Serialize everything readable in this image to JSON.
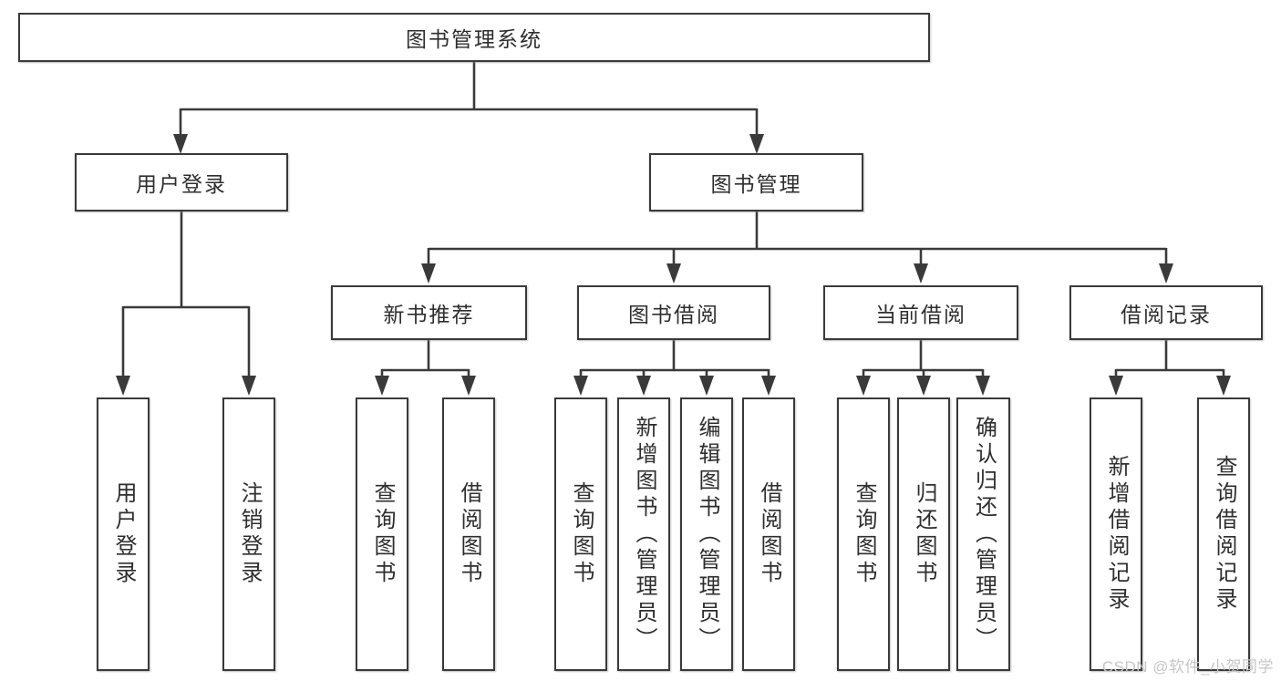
{
  "tree": {
    "label": "图书管理系统",
    "children": [
      {
        "label": "用户登录",
        "children": [
          {
            "label": "用户登录"
          },
          {
            "label": "注销登录"
          }
        ]
      },
      {
        "label": "图书管理",
        "children": [
          {
            "label": "新书推荐",
            "children": [
              {
                "label": "查询图书"
              },
              {
                "label": "借阅图书"
              }
            ]
          },
          {
            "label": "图书借阅",
            "children": [
              {
                "label": "查询图书"
              },
              {
                "label": "新增图书（管理员）"
              },
              {
                "label": "编辑图书（管理员）"
              },
              {
                "label": "借阅图书"
              }
            ]
          },
          {
            "label": "当前借阅",
            "children": [
              {
                "label": "查询图书"
              },
              {
                "label": "归还图书"
              },
              {
                "label": "确认归还（管理员）"
              }
            ]
          },
          {
            "label": "借阅记录",
            "children": [
              {
                "label": "新增借阅记录"
              },
              {
                "label": "查询借阅记录"
              }
            ]
          }
        ]
      }
    ]
  },
  "watermark": "CSDN @软件_小贺同学",
  "colors": {
    "line": "#3a3a3a",
    "text": "#2e2e2e",
    "background": "#ffffff",
    "watermark": "#c6c6c6"
  }
}
